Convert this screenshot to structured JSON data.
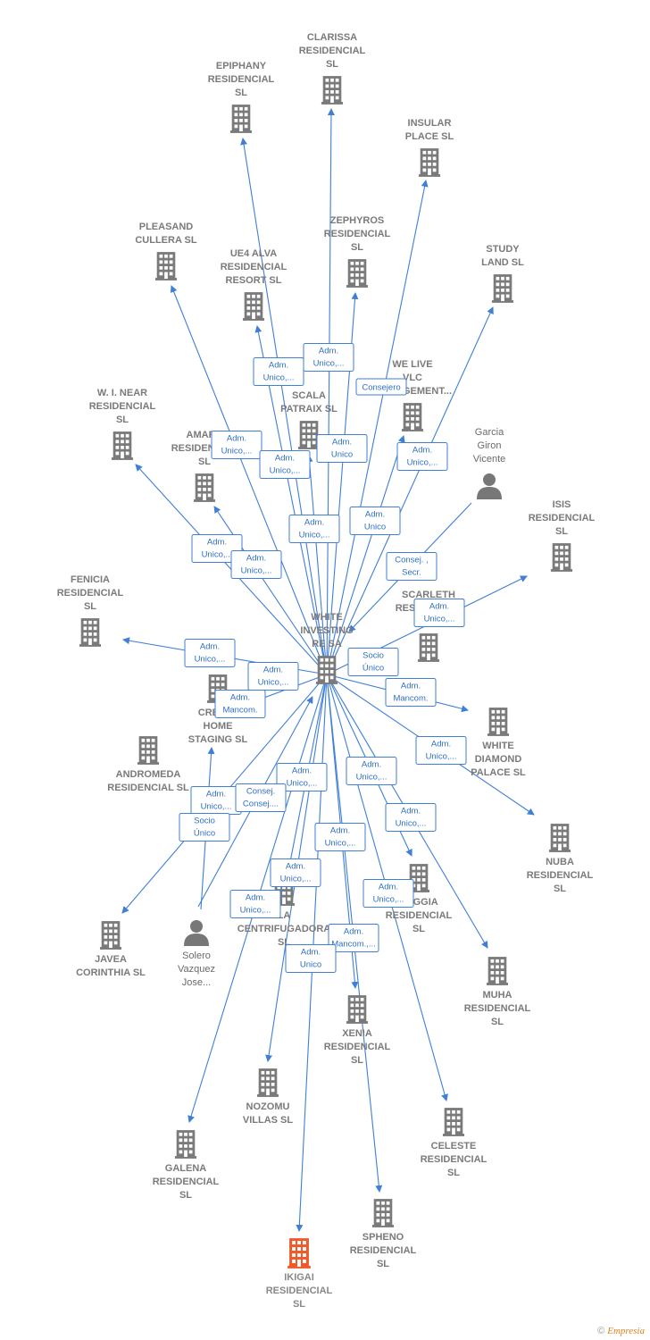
{
  "colors": {
    "edge": "#3f7fd6",
    "building": "#7a7a7a",
    "focus": "#f05a2a",
    "person": "#777777",
    "label_text": "#7a7a7a",
    "rel_text": "#2f6fc4"
  },
  "center": {
    "id": "white-investing",
    "lines": [
      "WHITE",
      "INVESTING",
      "RE SA"
    ]
  },
  "nodes": [
    {
      "id": "clarissa",
      "type": "company",
      "lines": [
        "CLARISSA",
        "RESIDENCIAL",
        "SL"
      ]
    },
    {
      "id": "epiphany",
      "type": "company",
      "lines": [
        "EPIPHANY",
        "RESIDENCIAL",
        "SL"
      ]
    },
    {
      "id": "insular",
      "type": "company",
      "lines": [
        "INSULAR",
        "PLACE  SL"
      ]
    },
    {
      "id": "zephyros",
      "type": "company",
      "lines": [
        "ZEPHYROS",
        "RESIDENCIAL",
        "SL"
      ]
    },
    {
      "id": "pleasand",
      "type": "company",
      "lines": [
        "PLEASAND",
        "CULLERA  SL"
      ]
    },
    {
      "id": "ue4",
      "type": "company",
      "lines": [
        "UE4 ALVA",
        "RESIDENCIAL",
        "RESORT  SL"
      ]
    },
    {
      "id": "study",
      "type": "company",
      "lines": [
        "STUDY",
        "LAND  SL"
      ]
    },
    {
      "id": "welive",
      "type": "company",
      "lines": [
        "WE LIVE",
        "VLC",
        "MANAGEMENT..."
      ]
    },
    {
      "id": "scala",
      "type": "company",
      "lines": [
        "SCALA",
        "PATRAIX  SL"
      ]
    },
    {
      "id": "wnear",
      "type": "company",
      "lines": [
        "W.  I. NEAR",
        "RESIDENCIAL",
        "SL"
      ]
    },
    {
      "id": "amar",
      "type": "company",
      "lines": [
        "AMARA",
        "RESIDENCIAL",
        "SL"
      ]
    },
    {
      "id": "garcia",
      "type": "person",
      "lines": [
        "Garcia",
        "Giron",
        "Vicente"
      ]
    },
    {
      "id": "isis",
      "type": "company",
      "lines": [
        "ISIS",
        "RESIDENCIAL",
        "SL"
      ]
    },
    {
      "id": "scarleth",
      "type": "company",
      "lines": [
        "SCARLETH",
        "RESIDENCIAL",
        "SL"
      ]
    },
    {
      "id": "fenicia",
      "type": "company",
      "lines": [
        "FENICIA",
        "RESIDENCIAL",
        "SL"
      ]
    },
    {
      "id": "create",
      "type": "company",
      "lines": [
        "CREATE",
        "HOME",
        "STAGING  SL"
      ]
    },
    {
      "id": "whitediamond",
      "type": "company",
      "lines": [
        "WHITE",
        "DIAMOND",
        "PALACE  SL"
      ]
    },
    {
      "id": "andromeda",
      "type": "company",
      "lines": [
        "ANDROMEDA",
        "RESIDENCIAL  SL"
      ]
    },
    {
      "id": "nuba",
      "type": "company",
      "lines": [
        "NUBA",
        "RESIDENCIAL",
        "SL"
      ]
    },
    {
      "id": "reggia",
      "type": "company",
      "lines": [
        "REGGIA",
        "RESIDENCIAL",
        "SL"
      ]
    },
    {
      "id": "centrifugadora",
      "type": "company",
      "lines": [
        "LA",
        "CENTRIFUGADORA",
        "SL"
      ]
    },
    {
      "id": "javea",
      "type": "company",
      "lines": [
        "JAVEA",
        "CORINTHIA  SL"
      ]
    },
    {
      "id": "solero",
      "type": "person",
      "lines": [
        "Solero",
        "Vazquez",
        "Jose..."
      ]
    },
    {
      "id": "muha",
      "type": "company",
      "lines": [
        "MUHA",
        "RESIDENCIAL",
        "SL"
      ]
    },
    {
      "id": "xenia",
      "type": "company",
      "lines": [
        "XENIA",
        "RESIDENCIAL",
        "SL"
      ]
    },
    {
      "id": "nozomu",
      "type": "company",
      "lines": [
        "NOZOMU",
        "VILLAS  SL"
      ]
    },
    {
      "id": "celeste",
      "type": "company",
      "lines": [
        "CELESTE",
        "RESIDENCIAL",
        "SL"
      ]
    },
    {
      "id": "galena",
      "type": "company",
      "lines": [
        "GALENA",
        "RESIDENCIAL",
        "SL"
      ]
    },
    {
      "id": "spheno",
      "type": "company",
      "lines": [
        "SPHENO",
        "RESIDENCIAL",
        "SL"
      ]
    },
    {
      "id": "ikigai",
      "type": "focus",
      "lines": [
        "IKIGAI",
        "RESIDENCIAL",
        "SL"
      ]
    }
  ],
  "edges": [
    {
      "target": "clarissa",
      "rel": [
        "Adm.",
        "Unico,..."
      ]
    },
    {
      "target": "epiphany",
      "rel": [
        "Adm.",
        "Unico,..."
      ]
    },
    {
      "target": "insular",
      "rel": [
        "Consejero"
      ]
    },
    {
      "target": "zephyros",
      "rel": [
        "Adm.",
        "Unico"
      ]
    },
    {
      "target": "pleasand",
      "rel": [
        "Adm.",
        "Unico,..."
      ]
    },
    {
      "target": "ue4",
      "rel": [
        "Adm.",
        "Unico,..."
      ]
    },
    {
      "target": "study",
      "rel": [
        "Adm.",
        "Unico,..."
      ]
    },
    {
      "target": "welive",
      "rel": [
        "Adm.",
        "Unico"
      ]
    },
    {
      "target": "scala",
      "rel": [
        "Adm.",
        "Unico,..."
      ]
    },
    {
      "target": "wnear",
      "rel": [
        "Adm.",
        "Unico,..."
      ]
    },
    {
      "target": "amar",
      "rel": [
        "Adm.",
        "Unico,..."
      ]
    },
    {
      "target": "isis",
      "rel": [
        "Adm.",
        "Unico,..."
      ]
    },
    {
      "target": "fenicia",
      "rel": [
        "Adm.",
        "Unico,..."
      ]
    },
    {
      "target": "create",
      "rel": [
        "Adm.",
        "Mancom."
      ]
    },
    {
      "target": "whitediamond",
      "rel": [
        "Adm.",
        "Mancom."
      ]
    },
    {
      "target": "nuba",
      "rel": [
        "Adm.",
        "Unico,..."
      ]
    },
    {
      "target": "reggia",
      "rel": [
        "Adm.",
        "Unico,..."
      ]
    },
    {
      "target": "muha",
      "rel": [
        "Adm.",
        "Unico,..."
      ]
    },
    {
      "target": "javea",
      "rel": [
        "Adm.",
        "Unico,..."
      ]
    },
    {
      "target": "centrifugadora",
      "rel": [
        "Adm.",
        "Unico,..."
      ]
    },
    {
      "target": "xenia",
      "rel": [
        "Adm.",
        "Unico,..."
      ]
    },
    {
      "target": "nozomu",
      "rel": [
        "Adm.",
        "Unico,..."
      ]
    },
    {
      "target": "celeste",
      "rel": [
        "Adm.",
        "Unico,..."
      ]
    },
    {
      "target": "galena",
      "rel": [
        "Adm.",
        "Unico,..."
      ]
    },
    {
      "target": "spheno",
      "rel": [
        "Adm.",
        "Mancom.,..."
      ]
    },
    {
      "target": "ikigai",
      "rel": [
        "Adm.",
        "Unico"
      ]
    }
  ],
  "person_edges": [
    {
      "from": "garcia",
      "to": "white-investing",
      "rel": [
        "Consej. ,",
        "Secr."
      ]
    },
    {
      "from": "solero",
      "to": "create",
      "rel": [
        "Socio",
        "Único"
      ]
    },
    {
      "from": "solero",
      "to": "white-investing",
      "rel": [
        "Consej.",
        "Consej...."
      ]
    }
  ],
  "extra_boxes": [
    {
      "rel": [
        "Adm.",
        "Unico,..."
      ]
    },
    {
      "rel": [
        "Socio",
        "Único"
      ]
    },
    {
      "rel": [
        "Adm.",
        "Unico,..."
      ]
    }
  ],
  "footer": {
    "copyright": "©",
    "brand": "Empresia"
  }
}
